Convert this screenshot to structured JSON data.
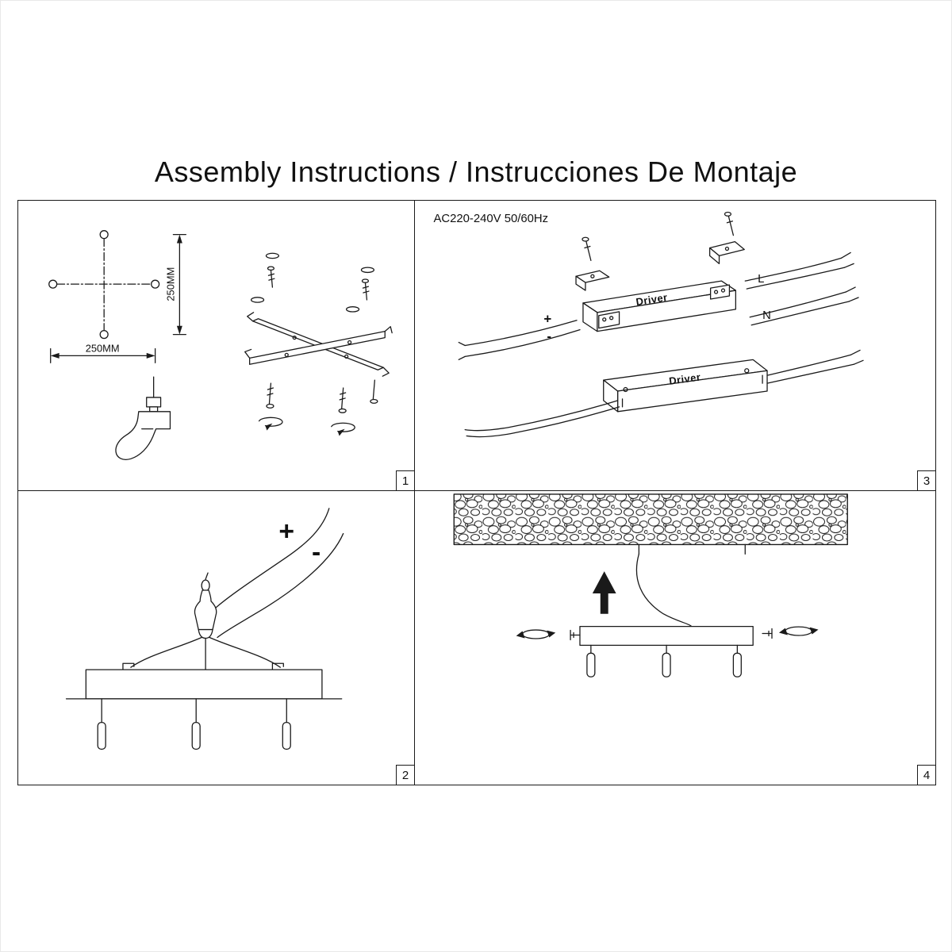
{
  "title": "Assembly Instructions / Instrucciones De Montaje",
  "panel1": {
    "number": "1",
    "dim_vertical": "250MM",
    "dim_horizontal": "250MM"
  },
  "panel2": {
    "number": "2",
    "wire_plus": "+",
    "wire_minus": "-"
  },
  "panel3": {
    "number": "3",
    "power_spec": "AC220-240V 50/60Hz",
    "driver_label_top": "Driver",
    "driver_label_bottom": "Driver",
    "terminal_live": "L",
    "terminal_neutral": "N",
    "wire_plus": "+",
    "wire_minus": "-"
  },
  "panel4": {
    "number": "4"
  },
  "colors": {
    "line": "#1a1a1a",
    "background": "#ffffff"
  }
}
